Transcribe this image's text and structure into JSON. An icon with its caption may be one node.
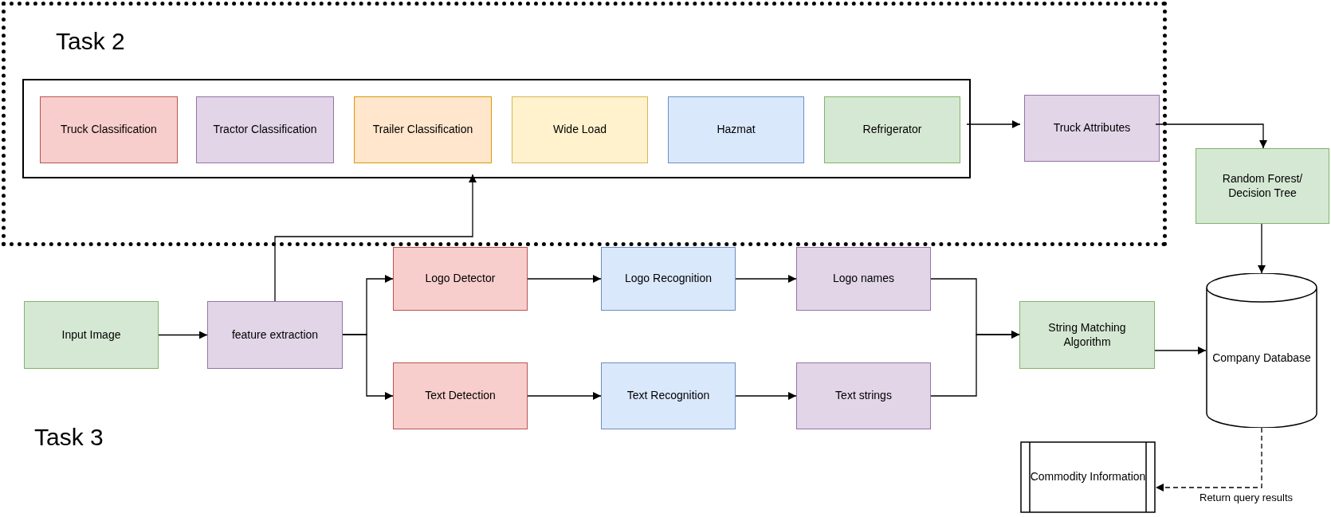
{
  "diagram": {
    "nodes": [
      {
        "text": [
          "Task 2"
        ]
      },
      {
        "text": [],
        "shape": "box",
        "in": 0
      },
      {
        "text": [
          "Truck Classification"
        ],
        "in": 1
      },
      {
        "text": [
          "Tractor Classification"
        ],
        "in": 1
      },
      {
        "text": [
          "Trailer Classification"
        ],
        "in": 1
      },
      {
        "text": [
          "Wide Load"
        ],
        "in": 1
      },
      {
        "text": [
          "Hazmat"
        ],
        "in": 1
      },
      {
        "text": [
          "Refrigerator"
        ],
        "in": 1
      },
      {
        "text": [
          "Truck Attributes"
        ],
        "in": 0
      },
      {
        "text": [
          "Random Forest/ Decision Tree"
        ]
      },
      {
        "text": [
          "Input Image"
        ]
      },
      {
        "text": [
          "feature extraction"
        ]
      },
      {
        "text": [
          "Logo Detector"
        ]
      },
      {
        "text": [
          "Logo Recognition"
        ]
      },
      {
        "text": [
          "Logo names"
        ]
      },
      {
        "text": [
          "String Matching Algorithm"
        ]
      },
      {
        "text": [
          "Company Database"
        ]
      },
      {
        "text": [
          "Text Detection"
        ]
      },
      {
        "text": [
          "Text Recognition"
        ]
      },
      {
        "text": [
          "Text strings"
        ]
      },
      {
        "text": [
          "Commodity Information"
        ]
      }
    ],
    "edges": [
      {
        "from": 1,
        "to": 8,
        "arrow": "to"
      },
      {
        "from": 8,
        "to": 9,
        "arrow": "to"
      },
      {
        "from": 9,
        "to": 16,
        "arrow": "to"
      },
      {
        "from": 10,
        "to": 11,
        "arrow": "to"
      },
      {
        "from": 11,
        "to": 1,
        "arrow": "to"
      },
      {
        "from": 11,
        "to": 12,
        "arrow": "to"
      },
      {
        "from": 11,
        "to": 17,
        "arrow": "to"
      },
      {
        "from": 12,
        "to": 13,
        "arrow": "to"
      },
      {
        "from": 13,
        "to": 14,
        "arrow": "to"
      },
      {
        "from": 14,
        "to": 15,
        "arrow": "to"
      },
      {
        "from": 17,
        "to": 18,
        "arrow": "to"
      },
      {
        "from": 18,
        "to": 19,
        "arrow": "to"
      },
      {
        "from": 19,
        "to": 15,
        "arrow": "to"
      },
      {
        "from": 15,
        "to": 16,
        "arrow": "to"
      },
      {
        "from": 16,
        "to": 20,
        "arrow": "to",
        "style": "dashed",
        "label": "Return query results"
      }
    ],
    "labels": [
      "Task 3"
    ]
  }
}
